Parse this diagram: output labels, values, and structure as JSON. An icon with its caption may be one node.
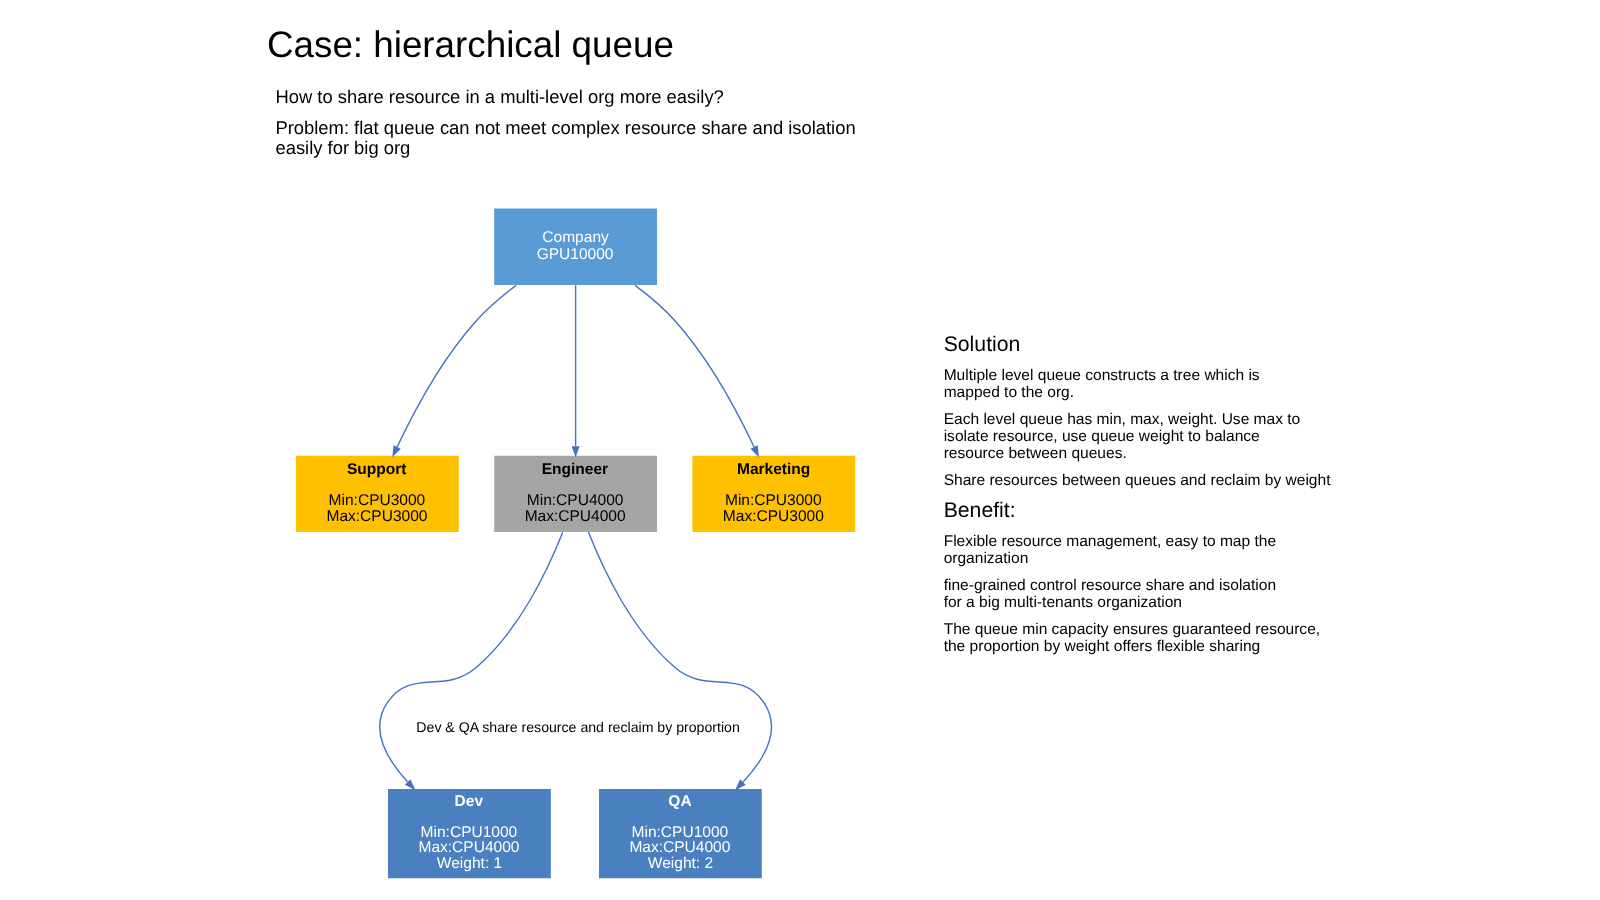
{
  "diagram": {
    "title": "Case: hierarchical queue",
    "nodes": [
      {
        "text": [
          "Company",
          "GPU10000"
        ]
      },
      {
        "text": [
          "Support",
          "Min:CPU3000 Max:CPU3000"
        ]
      },
      {
        "text": [
          "Engineer",
          "Min:CPU4000 Max:CPU4000"
        ]
      },
      {
        "text": [
          "Marketing",
          "Min:CPU3000 Max:CPU3000"
        ]
      },
      {
        "text": [
          "Dev",
          "Min:CPU1000 Max:CPU4000 Weight: 1"
        ]
      },
      {
        "text": [
          "QA",
          "Min:CPU1000 Max:CPU4000 Weight: 2"
        ]
      }
    ],
    "edges": [
      {
        "from": 0,
        "to": 1,
        "arrow": "to"
      },
      {
        "from": 0,
        "to": 2,
        "arrow": "to"
      },
      {
        "from": 0,
        "to": 3,
        "arrow": "to"
      },
      {
        "from": 2,
        "to": 4,
        "arrow": "to"
      },
      {
        "from": 2,
        "to": 5,
        "arrow": "to"
      }
    ],
    "labels": [
      "How to share resource in a multi-level org more easily?",
      "Problem: flat queue can not meet complex resource share and isolation easily for big org",
      "Dev & QA share resource and reclaim by proportion",
      "Solution",
      "Multiple level queue constructs a tree which is mapped to the org.",
      "Each level queue has min, max, weight. Use max to isolate resource, use queue weight to balance resource between queues.",
      "Share resources between queues and reclaim by weight",
      "Benefit:",
      "Flexible resource management, easy to map the organization",
      "fine-grained control resource share and isolation for a big multi-tenants organization",
      "The queue min capacity ensures guaranteed resource, the proportion by weight offers flexible sharing"
    ]
  }
}
